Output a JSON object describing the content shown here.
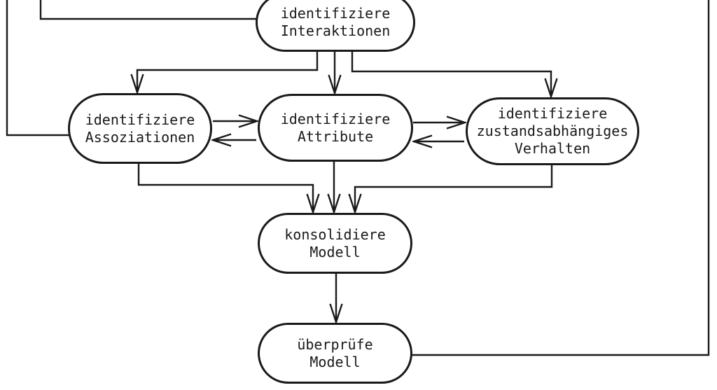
{
  "diagram": {
    "type": "flowchart",
    "language": "de",
    "colors": {
      "background": "#ffffff",
      "line": "#1a1a1a",
      "text": "#1a1a1a",
      "node_fill": "#ffffff"
    },
    "nodes": [
      {
        "id": "identifiziere-interaktionen",
        "lines": [
          "identifiziere",
          "Interaktionen"
        ]
      },
      {
        "id": "identifiziere-assoziationen",
        "lines": [
          "identifiziere",
          "Assoziationen"
        ]
      },
      {
        "id": "identifiziere-attribute",
        "lines": [
          "identifiziere",
          "Attribute"
        ]
      },
      {
        "id": "identifiziere-zustandsabhaengiges-verhalten",
        "lines": [
          "identifiziere",
          "zustandsabhängiges",
          "Verhalten"
        ]
      },
      {
        "id": "konsolidiere-modell",
        "lines": [
          "konsolidiere",
          "Modell"
        ]
      },
      {
        "id": "ueberpruefe-modell",
        "lines": [
          "überprüfe",
          "Modell"
        ]
      }
    ],
    "edges": [
      {
        "from": "identifiziere Interaktionen",
        "to": "identifiziere Assoziationen",
        "arrow": true
      },
      {
        "from": "identifiziere Interaktionen",
        "to": "identifiziere Attribute",
        "arrow": true
      },
      {
        "from": "identifiziere Interaktionen",
        "to": "identifiziere zustandsabhängiges Verhalten",
        "arrow": true
      },
      {
        "from": "identifiziere Assoziationen",
        "to": "identifiziere Attribute",
        "arrow": true
      },
      {
        "from": "identifiziere Attribute",
        "to": "identifiziere Assoziationen",
        "arrow": true
      },
      {
        "from": "identifiziere Attribute",
        "to": "identifiziere zustandsabhängiges Verhalten",
        "arrow": true
      },
      {
        "from": "identifiziere zustandsabhängiges Verhalten",
        "to": "identifiziere Attribute",
        "arrow": true
      },
      {
        "from": "identifiziere Assoziationen",
        "to": "konsolidiere Modell",
        "arrow": true
      },
      {
        "from": "identifiziere Attribute",
        "to": "konsolidiere Modell",
        "arrow": true
      },
      {
        "from": "identifiziere zustandsabhängiges Verhalten",
        "to": "konsolidiere Modell",
        "arrow": true
      },
      {
        "from": "konsolidiere Modell",
        "to": "überprüfe Modell",
        "arrow": true
      },
      {
        "from": "überprüfe Modell",
        "to": "off-screen top right",
        "arrow": false
      },
      {
        "from": "off-screen top left outer",
        "to": "identifiziere Assoziationen",
        "arrow": false
      },
      {
        "from": "off-screen top left inner",
        "to": "identifiziere Interaktionen",
        "arrow": false
      }
    ]
  }
}
